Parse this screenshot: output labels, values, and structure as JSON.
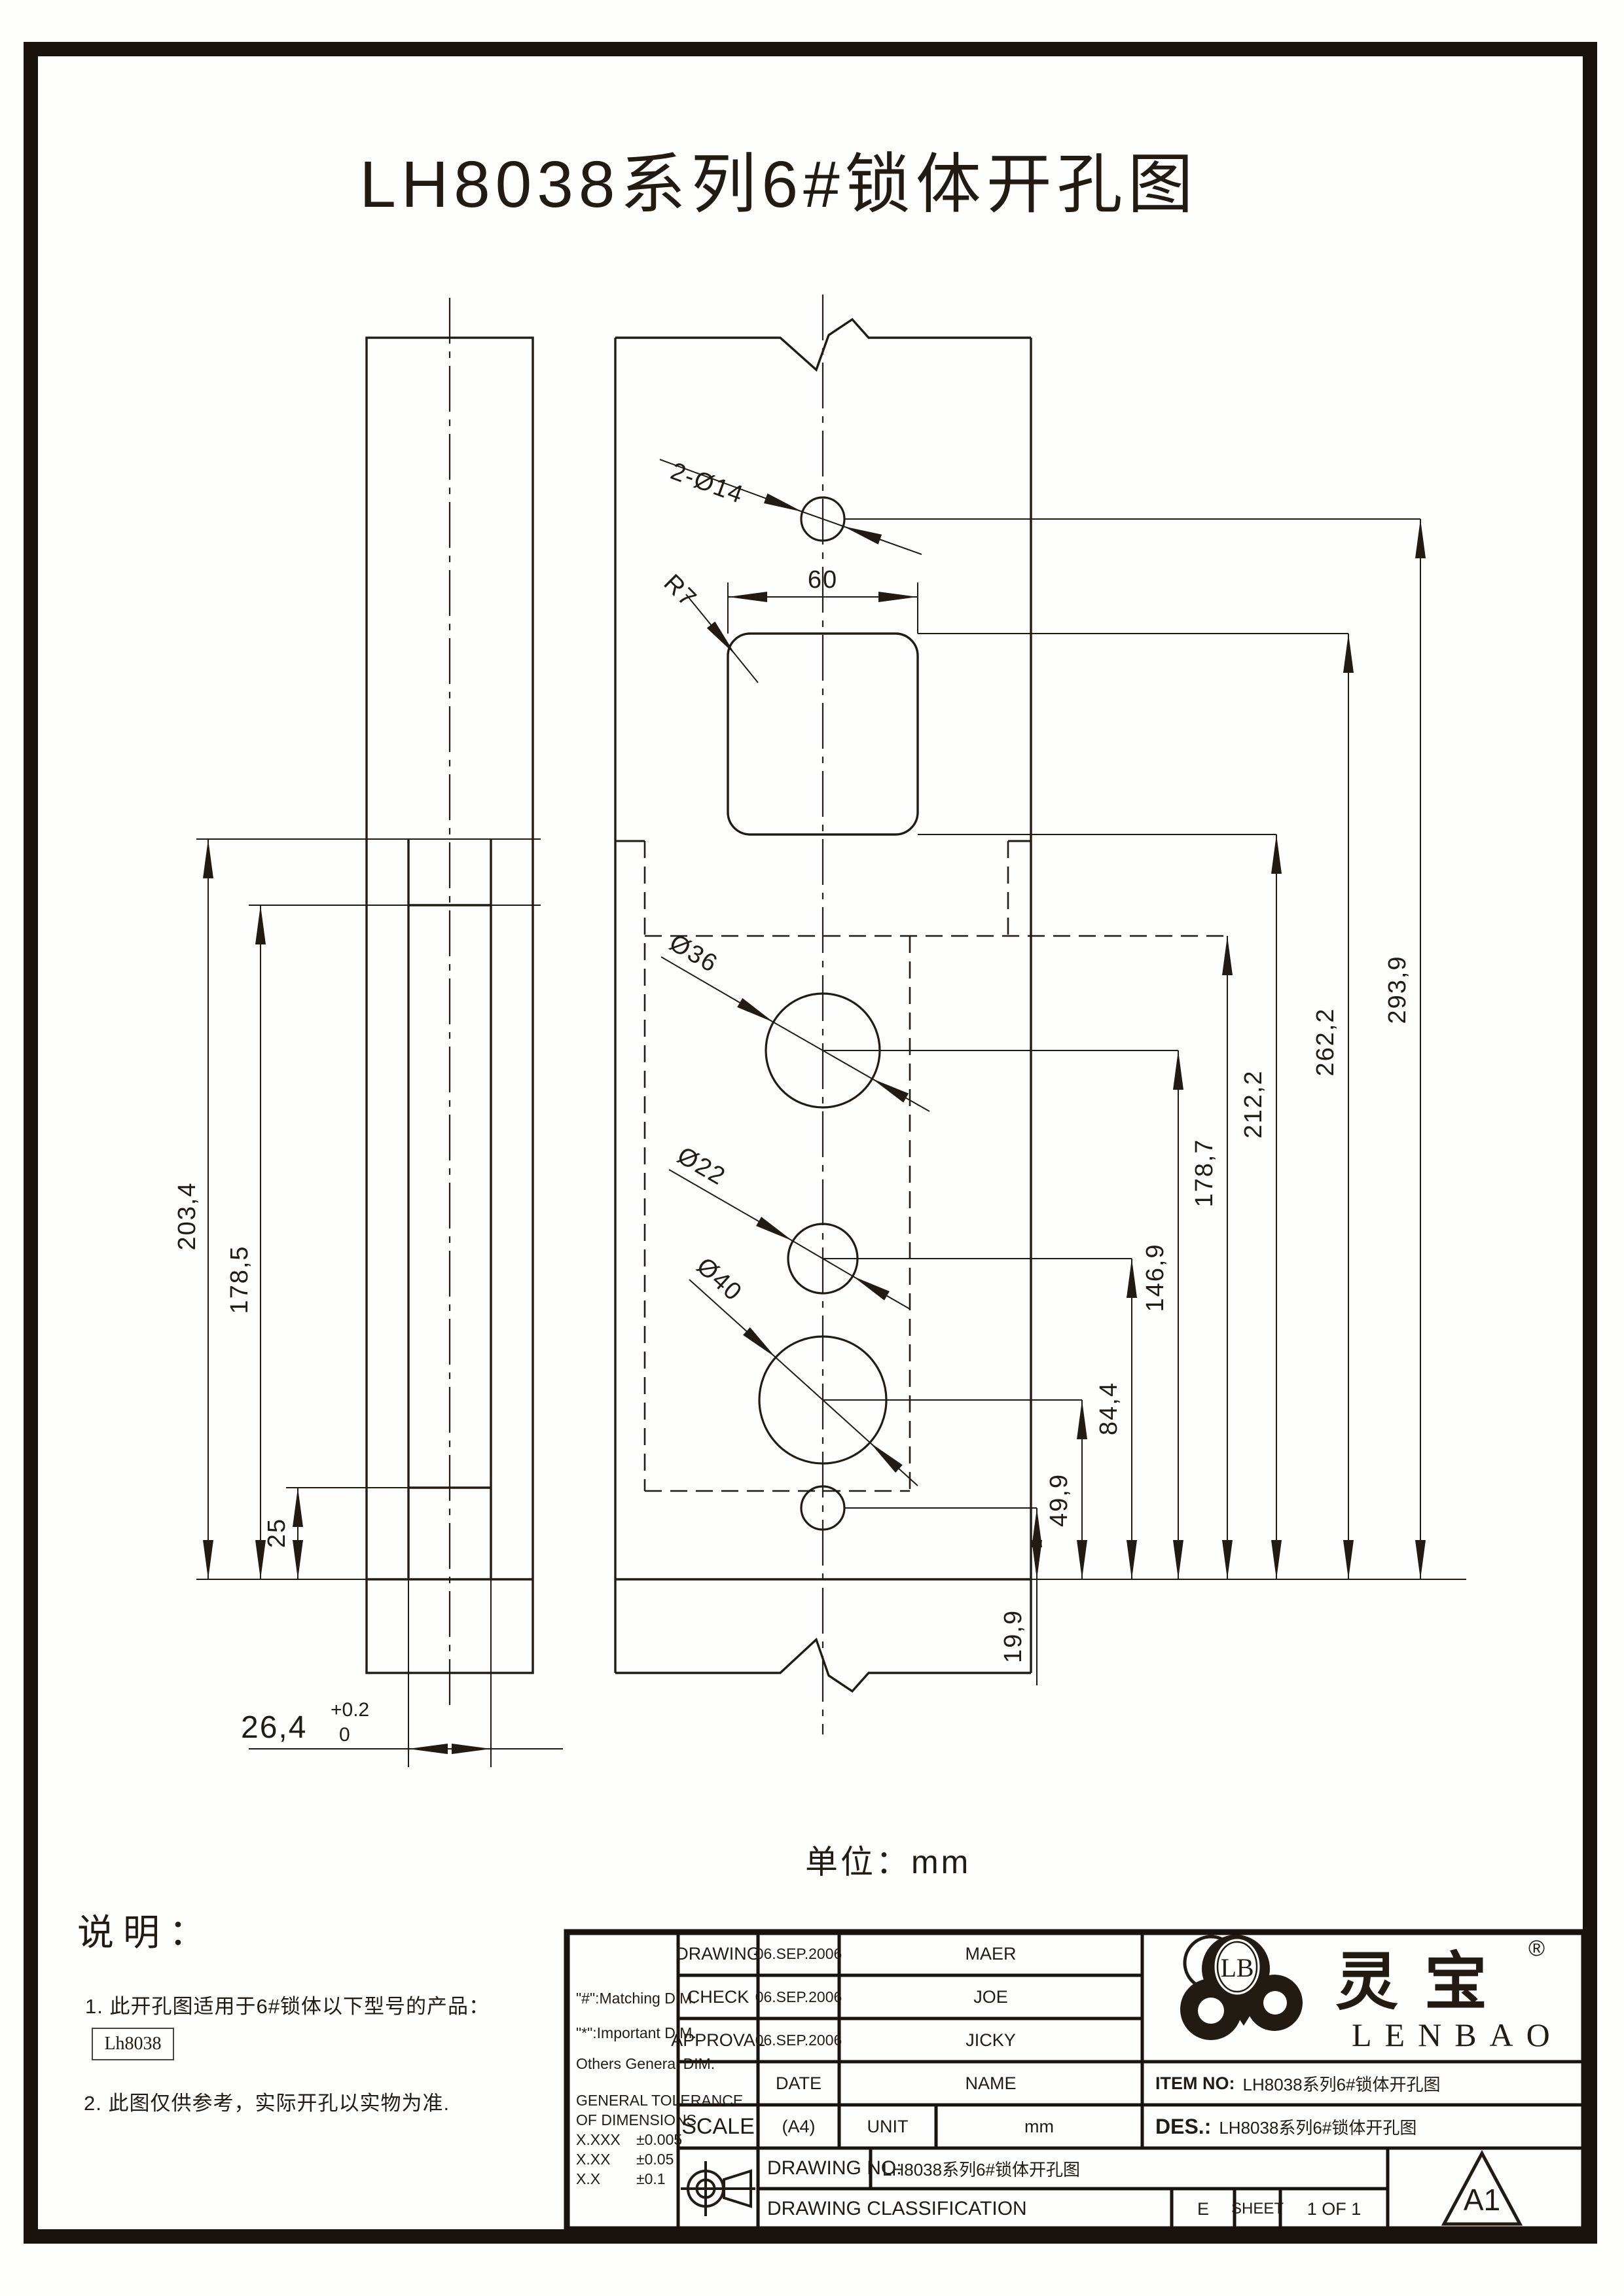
{
  "title": "LH8038系列6#锁体开孔图",
  "unit_note": "单位：mm",
  "notes": {
    "heading": "说明：",
    "item1": "1. 此开孔图适用于6#锁体以下型号的产品：",
    "model": "Lh8038",
    "item2": "2. 此图仅供参考，实际开孔以实物为准."
  },
  "drawing": {
    "dims": {
      "top_holes": "2-Ø14",
      "slot_width": "60",
      "corner_radius": "R7",
      "hole_a": "Ø36",
      "hole_b": "Ø22",
      "hole_c": "Ø40",
      "right_chain": [
        "19,9",
        "49,9",
        "84,4",
        "146,9",
        "178,7",
        "212,2",
        "262,2",
        "293,9"
      ],
      "left_chain": [
        "203,4",
        "178,5",
        "25"
      ],
      "plate_width": "26,4",
      "plate_tol_upper": "+0.2",
      "plate_tol_lower": "0"
    }
  },
  "title_block": {
    "legend": {
      "matching": "\"#\":Matching DIM.",
      "important": "\"*\":Important DIM.",
      "others": "Others General DIM.",
      "tol_title1": "GENERAL TOLERANCE",
      "tol_title2": "OF DIMENSIONS",
      "tol1_label": "X.XXX",
      "tol1_value": "±0.005",
      "tol2_label": "X.XX",
      "tol2_value": "±0.05",
      "tol3_label": "X.X",
      "tol3_value": "±0.1"
    },
    "rows": [
      {
        "label": "DRAWING",
        "date": "06.SEP.2006",
        "name": "MAER"
      },
      {
        "label": "CHECK",
        "date": "06.SEP.2006",
        "name": "JOE"
      },
      {
        "label": "APPROVAL",
        "date": "06.SEP.2006",
        "name": "JICKY"
      }
    ],
    "date_header": "DATE",
    "name_header": "NAME",
    "scale_label": "SCALE",
    "scale_value": "(A4)",
    "unit_label": "UNIT",
    "unit_value": "mm",
    "item_label": "ITEM NO:",
    "item_value": "LH8038系列6#锁体开孔图",
    "des_label": "DES.:",
    "des_value": "LH8038系列6#锁体开孔图",
    "dwgno_label": "DRAWING NO:",
    "dwgno_value": "LH8038系列6#锁体开孔图",
    "class_label": "DRAWING CLASSIFICATION",
    "class_value": "E",
    "sheet_label": "SHEET",
    "sheet_value": "1 OF 1",
    "size_code": "A1"
  },
  "brand": {
    "logo_initials": "LB",
    "name_cn": "灵宝",
    "reg": "®",
    "name_en": "LENBAO"
  },
  "colors": {
    "ink": "#221b14",
    "paper": "#fefefd"
  }
}
